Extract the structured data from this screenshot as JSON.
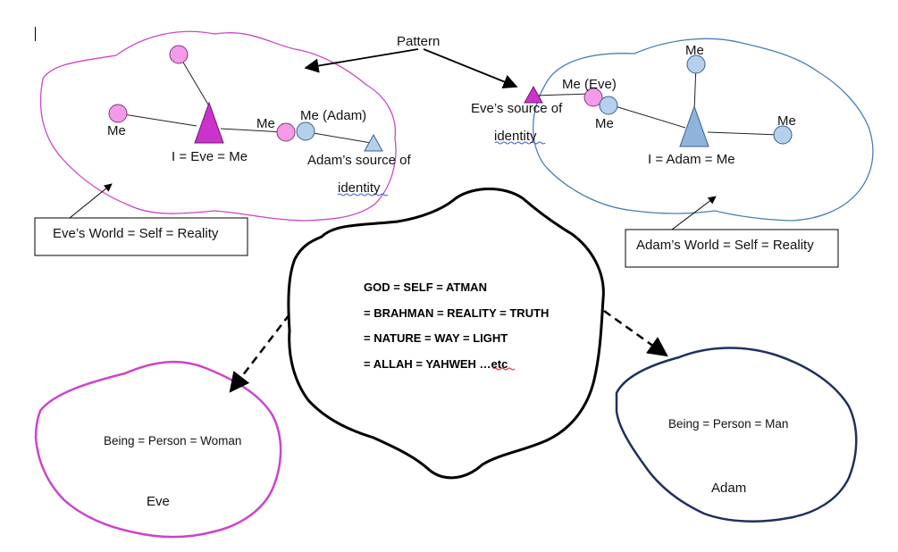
{
  "pattern_label": "Pattern",
  "eve_world": {
    "label": "Eve’s World = Self = Reality",
    "center_label": "I = Eve = Me",
    "me_left": "Me",
    "me_right": "Me",
    "adam_node": "Me (Adam)",
    "source_line1": "Adam’s source of",
    "source_line2": "identity",
    "color": "#cc44cc"
  },
  "adam_world": {
    "label": "Adam’s World = Self = Reality",
    "center_label": "I = Adam = Me",
    "me_top": "Me",
    "me_right": "Me",
    "me_left": "Me",
    "eve_node": "Me (Eve)",
    "source_line1": "Eve’s source of",
    "source_line2": "identity",
    "color": "#4a7fb5"
  },
  "god": {
    "line1": "GOD = SELF = ATMAN",
    "line2": "= BRAHMAN = REALITY = TRUTH",
    "line3": "= NATURE = WAY = LIGHT",
    "line4": "= ALLAH = YAHWEH …etc"
  },
  "eve_being": {
    "label": "Being = Person = Woman",
    "name": "Eve"
  },
  "adam_being": {
    "label": "Being = Person = Man",
    "name": "Adam"
  }
}
